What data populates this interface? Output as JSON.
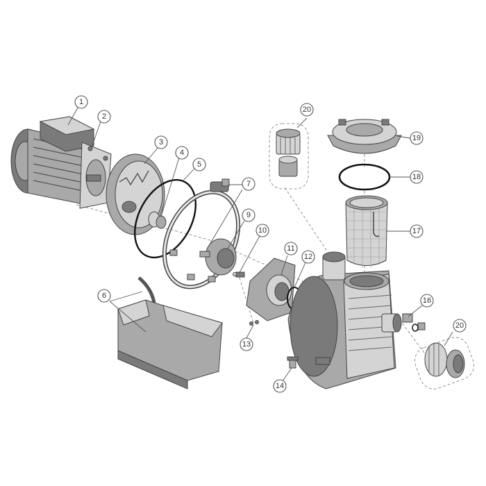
{
  "diagram": {
    "colors": {
      "part_dark": "#7a7a7a",
      "part_mid": "#a9a9a9",
      "part_light": "#d4d4d4",
      "outline": "#444444",
      "seal": "#111111"
    },
    "callouts": [
      {
        "id": "callout-1",
        "label": "1",
        "part": "motor"
      },
      {
        "id": "callout-2",
        "label": "2",
        "part": "motor-flange-screws"
      },
      {
        "id": "callout-3",
        "label": "3",
        "part": "diffuser-plate"
      },
      {
        "id": "callout-4",
        "label": "4",
        "part": "shaft-seal"
      },
      {
        "id": "callout-5",
        "label": "5",
        "part": "o-ring"
      },
      {
        "id": "callout-6",
        "label": "6",
        "part": "motor-base"
      },
      {
        "id": "callout-7",
        "label": "7",
        "part": "clamp-ring"
      },
      {
        "id": "callout-9",
        "label": "9",
        "part": "impeller"
      },
      {
        "id": "callout-10",
        "label": "10",
        "part": "impeller-screw"
      },
      {
        "id": "callout-11",
        "label": "11",
        "part": "diffuser"
      },
      {
        "id": "callout-12",
        "label": "12",
        "part": "diffuser-o-ring"
      },
      {
        "id": "callout-13",
        "label": "13",
        "part": "diffuser-screws"
      },
      {
        "id": "callout-14",
        "label": "14",
        "part": "drain-plug-bottom"
      },
      {
        "id": "callout-16",
        "label": "16",
        "part": "drain-plug-side"
      },
      {
        "id": "callout-17",
        "label": "17",
        "part": "strainer-basket"
      },
      {
        "id": "callout-18",
        "label": "18",
        "part": "lid-o-ring"
      },
      {
        "id": "callout-19",
        "label": "19",
        "part": "strainer-lid"
      },
      {
        "id": "callout-20",
        "label": "20",
        "part": "union-top"
      },
      {
        "id": "callout-20b",
        "label": "20",
        "part": "union-side"
      }
    ]
  }
}
